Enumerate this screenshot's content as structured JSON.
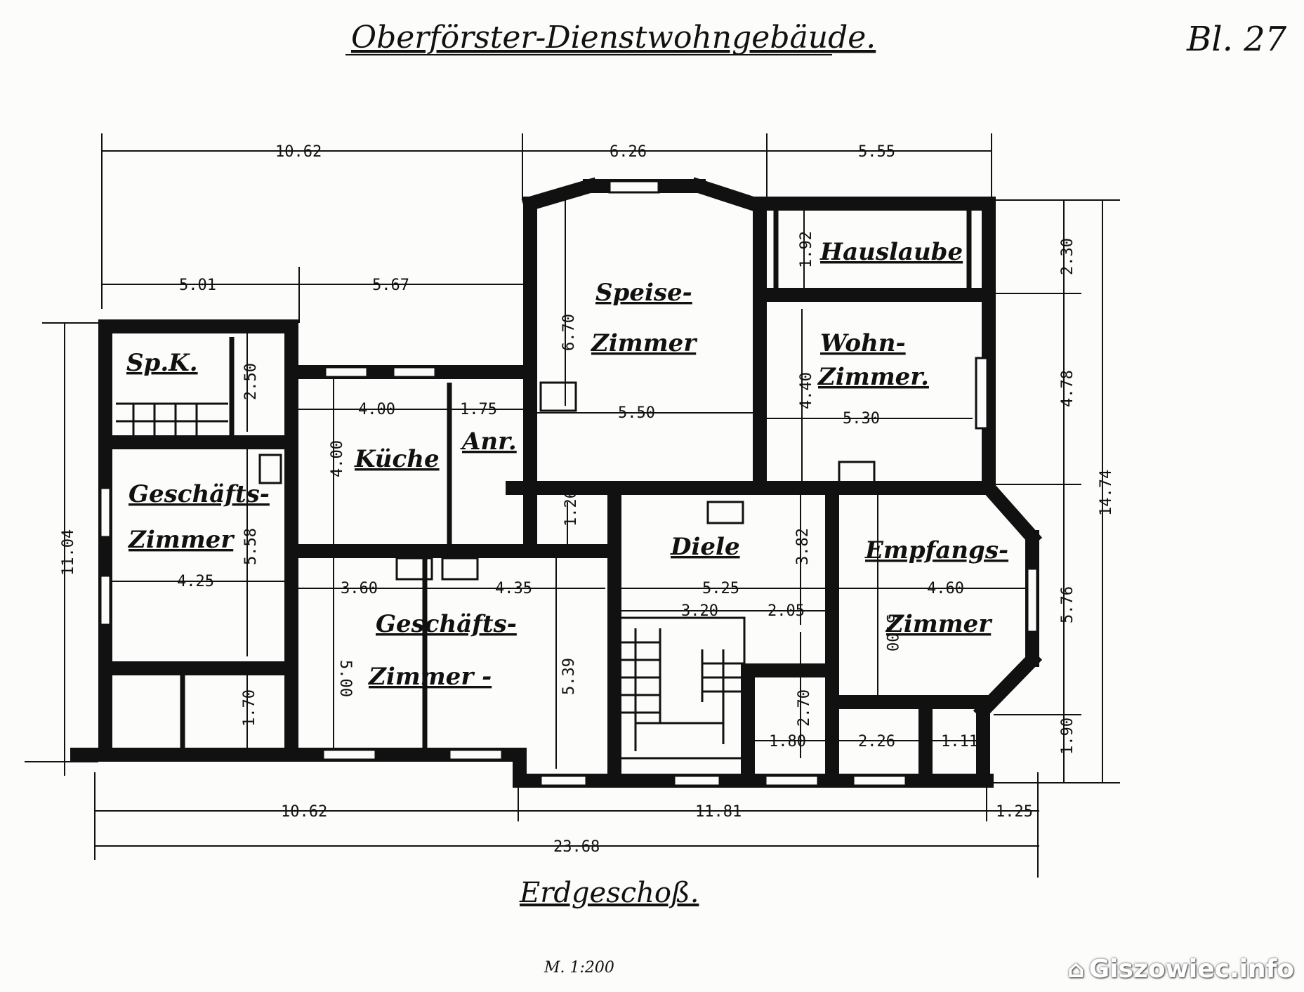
{
  "title": "Oberförster-Dienstwohngebäude.",
  "sheet": "Bl. 27",
  "floor_label": "Erdgeschoß.",
  "scale": "M. 1:200",
  "watermark": "Giszowiec.info",
  "rooms": {
    "speise": "Speise-",
    "speise2": "Zimmer",
    "hauslaube": "Hauslaube",
    "wohn": "Wohn-",
    "wohn2": "Zimmer.",
    "spk": "Sp.K.",
    "kueche": "Küche",
    "anr": "Anr.",
    "geschaefts_l": "Geschäfts-",
    "geschaefts_l2": "Zimmer",
    "diele": "Diele",
    "empfangs": "Empfangs-",
    "empfangs2": "Zimmer",
    "geschaefts_m": "Geschäfts-",
    "geschaefts_m2": "Zimmer -"
  },
  "dims": {
    "top_1062": "10.62",
    "top_626": "6.26",
    "top_555": "5.55",
    "r2_501": "5.01",
    "r2_567": "5.67",
    "d192": "1.92",
    "d230": "2.30",
    "d670": "6.70",
    "d440": "4.40",
    "d478": "4.78",
    "d1474": "14.74",
    "d1104": "11.04",
    "d250": "2.50",
    "d400h": "4.00",
    "d175": "1.75",
    "d550": "5.50",
    "d530": "5.30",
    "d400v": "4.00",
    "d558": "5.58",
    "d126": "1.26",
    "d382": "3.82",
    "d500a": "5.00",
    "d576": "5.76",
    "d425": "4.25",
    "d360": "3.60",
    "d435": "4.35",
    "d525": "5.25",
    "d460": "4.60",
    "d320": "3.20",
    "d205": "2.05",
    "d500b": "5.00",
    "d539": "5.39",
    "d170": "1.70",
    "d270": "2.70",
    "d180": "1.80",
    "d226": "2.26",
    "d111": "1.11",
    "d190": "1.90",
    "bot_1062": "10.62",
    "bot_1181": "11.81",
    "bot_125": "1.25",
    "bot_2368": "23.68"
  }
}
